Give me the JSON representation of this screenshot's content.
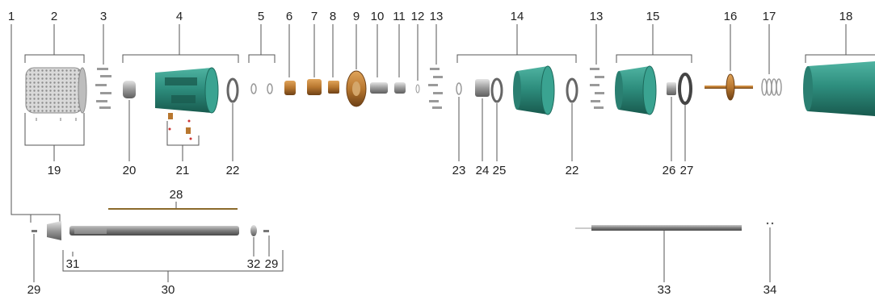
{
  "callouts": {
    "c1": "1",
    "c2": "2",
    "c3": "3",
    "c4": "4",
    "c5": "5",
    "c6": "6",
    "c7": "7",
    "c8": "8",
    "c9": "9",
    "c10": "10",
    "c11": "11",
    "c12": "12",
    "c13a": "13",
    "c14": "14",
    "c13b": "13",
    "c15": "15",
    "c16": "16",
    "c17": "17",
    "c18": "18",
    "c19": "19",
    "c20": "20",
    "c21": "21",
    "c22a": "22",
    "c23": "23",
    "c24": "24",
    "c25": "25",
    "c22b": "22",
    "c26": "26",
    "c27": "27",
    "c28": "28",
    "c31": "31",
    "c32": "32",
    "c29b": "29",
    "c29a": "29",
    "c30": "30",
    "c33": "33",
    "c34": "34"
  },
  "colors": {
    "housing_green": "#2e8e7e",
    "housing_green_dark": "#1d6a5c",
    "brass": "#b8772f",
    "brass_dark": "#7a4a1a",
    "steel": "#8a8a8a",
    "steel_light": "#d6d6d6"
  }
}
